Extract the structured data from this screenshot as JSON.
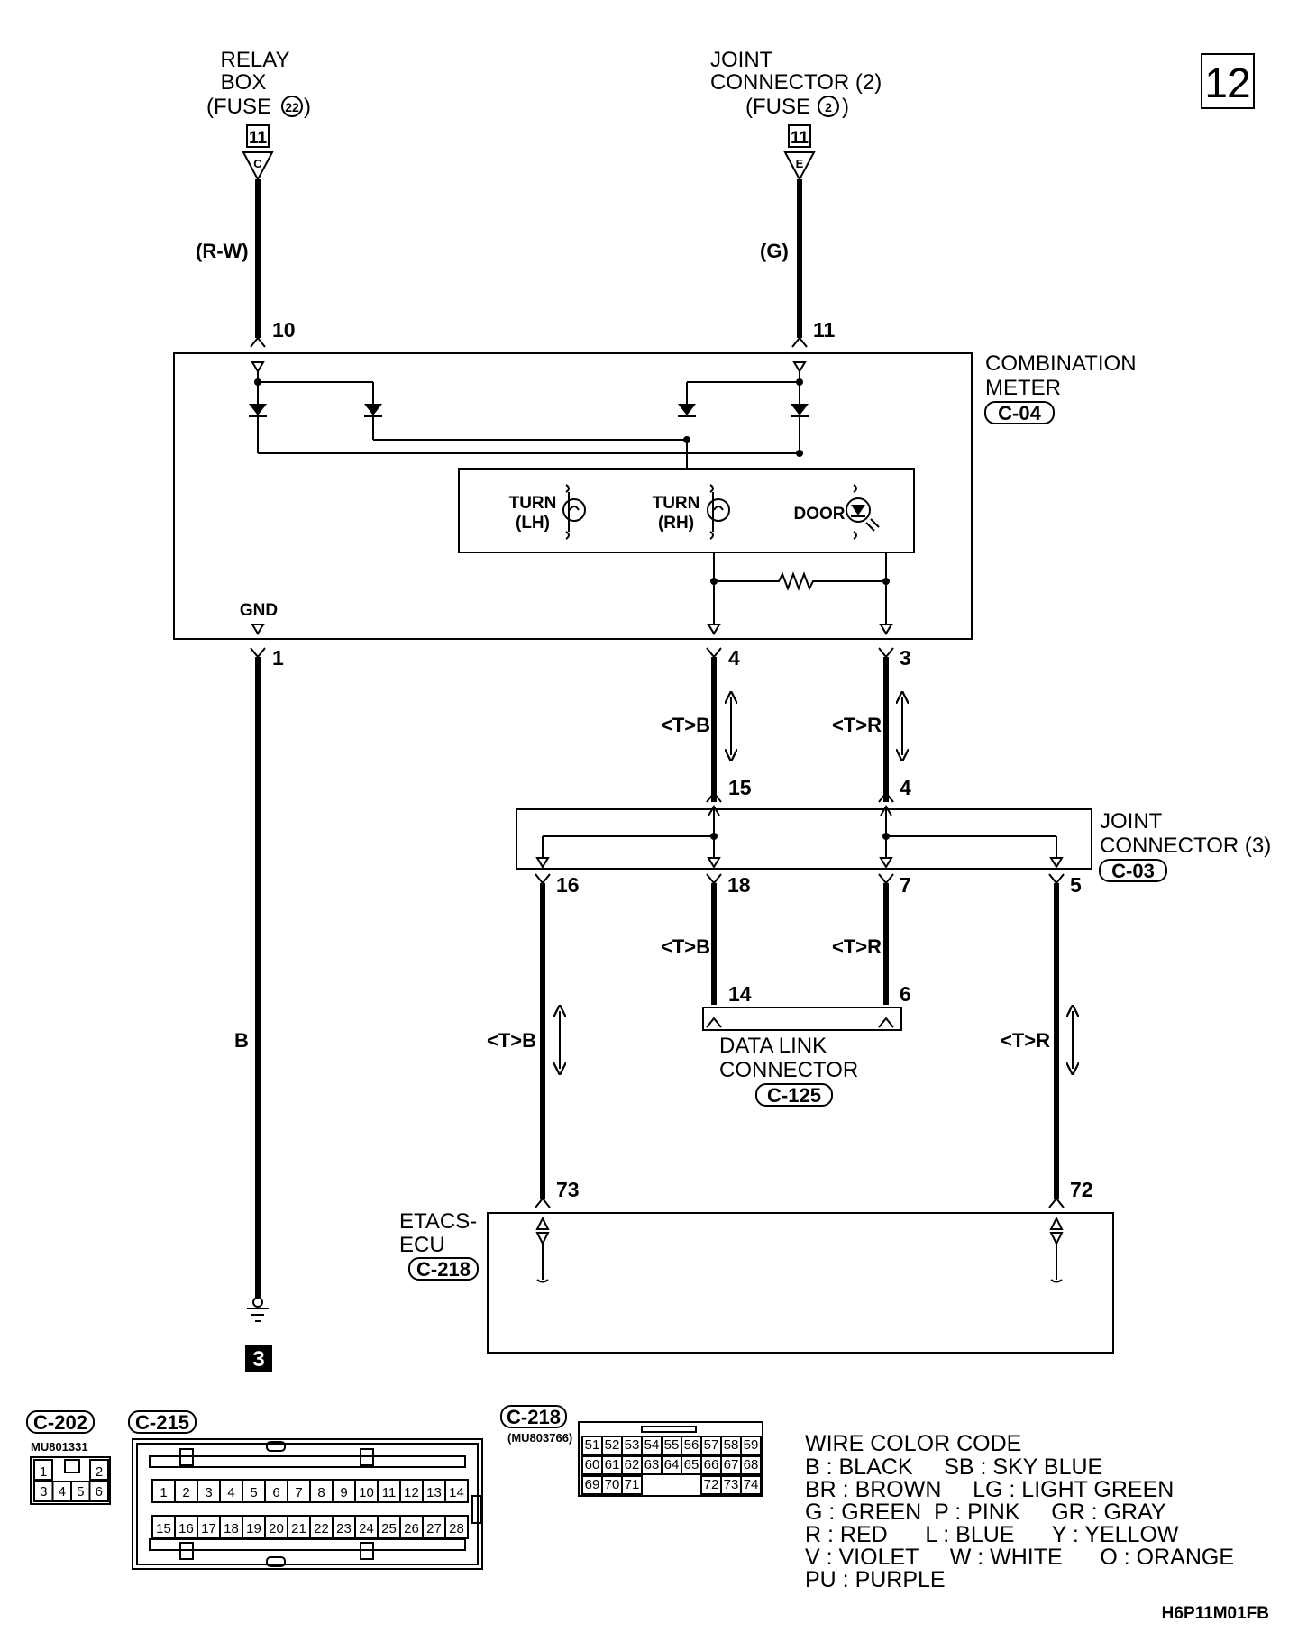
{
  "page_number": "12",
  "sources": {
    "relay_box": {
      "line1": "RELAY",
      "line2": "BOX",
      "line3": "(FUSE",
      "fuse_num": "22",
      "line3_end": ")",
      "sheet": "11",
      "conn": "C"
    },
    "joint_connector_2": {
      "line1": "JOINT",
      "line2": "CONNECTOR (2)",
      "line3": "(FUSE",
      "fuse_num": "2",
      "line3_end": ")",
      "sheet": "11",
      "conn": "E"
    }
  },
  "wire_colors": {
    "relay": "(R-W)",
    "joint": "(G)",
    "gnd": "B",
    "t_b": "<T>B",
    "t_r": "<T>R"
  },
  "pins": {
    "meter_10": "10",
    "meter_11": "11",
    "meter_1": "1",
    "meter_4": "4",
    "meter_3": "3",
    "jc3_15": "15",
    "jc3_4": "4",
    "jc3_16": "16",
    "jc3_18": "18",
    "jc3_7": "7",
    "jc3_5": "5",
    "dlc_14": "14",
    "dlc_6": "6",
    "ecu_73": "73",
    "ecu_72": "72"
  },
  "components": {
    "meter": {
      "line1": "COMBINATION",
      "line2": "METER",
      "id": "C-04",
      "gnd": "GND"
    },
    "lamps": {
      "turn": "TURN",
      "lh": "(LH)",
      "rh": "(RH)",
      "door": "DOOR"
    },
    "jc3": {
      "line1": "JOINT",
      "line2": "CONNECTOR (3)",
      "id": "C-03"
    },
    "dlc": {
      "line1": "DATA LINK",
      "line2": "CONNECTOR",
      "id": "C-125"
    },
    "ecu": {
      "line1": "ETACS-",
      "line2": "ECU",
      "id": "C-218"
    }
  },
  "ground_number": "3",
  "connector_views": {
    "c202": {
      "id": "C-202",
      "part": "MU801331",
      "row1": [
        "1",
        "2"
      ],
      "row2": [
        "3",
        "4",
        "5",
        "6"
      ]
    },
    "c215": {
      "id": "C-215",
      "row1": [
        "1",
        "2",
        "3",
        "4",
        "5",
        "6",
        "7",
        "8",
        "9",
        "10",
        "11",
        "12",
        "13",
        "14"
      ],
      "row2": [
        "15",
        "16",
        "17",
        "18",
        "19",
        "20",
        "21",
        "22",
        "23",
        "24",
        "25",
        "26",
        "27",
        "28"
      ]
    },
    "c218": {
      "id": "C-218",
      "part": "(MU803766)",
      "row1": [
        "51",
        "52",
        "53",
        "54",
        "55",
        "56",
        "57",
        "58",
        "59"
      ],
      "row2": [
        "60",
        "61",
        "62",
        "63",
        "64",
        "65",
        "66",
        "67",
        "68"
      ],
      "row3a": [
        "69",
        "70",
        "71"
      ],
      "row3b": [
        "72",
        "73",
        "74"
      ]
    }
  },
  "legend": {
    "title": "WIRE COLOR CODE",
    "lines": [
      "B : BLACK     SB : SKY BLUE",
      "BR : BROWN     LG : LIGHT GREEN",
      "G : GREEN  P : PINK     GR : GRAY",
      "R : RED      L : BLUE      Y : YELLOW",
      "V : VIOLET     W : WHITE      O : ORANGE",
      "PU : PURPLE"
    ]
  },
  "diagram_code": "H6P11M01FB"
}
